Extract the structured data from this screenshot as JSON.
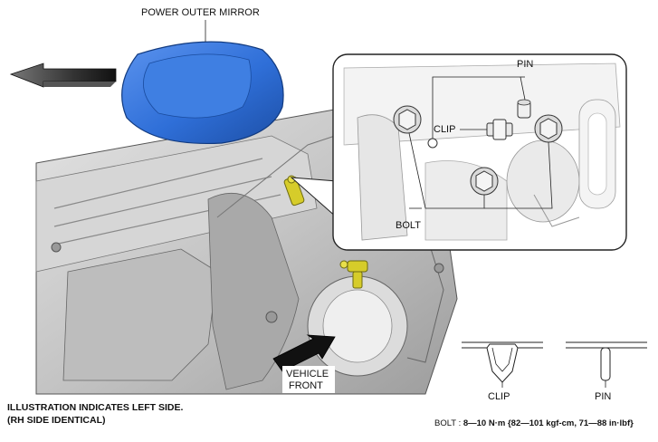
{
  "labels": {
    "power_outer_mirror": "POWER OUTER MIRROR",
    "pin_top": "PIN",
    "clip_top": "CLIP",
    "bolt": "BOLT",
    "vehicle_front_line1": "VEHICLE",
    "vehicle_front_line2": "FRONT",
    "clip_bottom": "CLIP",
    "pin_bottom": "PIN"
  },
  "notes": {
    "line1": "ILLUSTRATION INDICATES LEFT SIDE.",
    "line2": "(RH SIDE IDENTICAL)"
  },
  "torque_spec": {
    "part": "BOLT",
    "value": "8—10 N·m {82—101 kgf-cm, 71—88 in·lbf}"
  },
  "colors": {
    "mirror_blue": "#2f6fd8",
    "fastener_yellow": "#d6cc2a",
    "panel_gray": "#c9c9c9",
    "line": "#222222"
  }
}
